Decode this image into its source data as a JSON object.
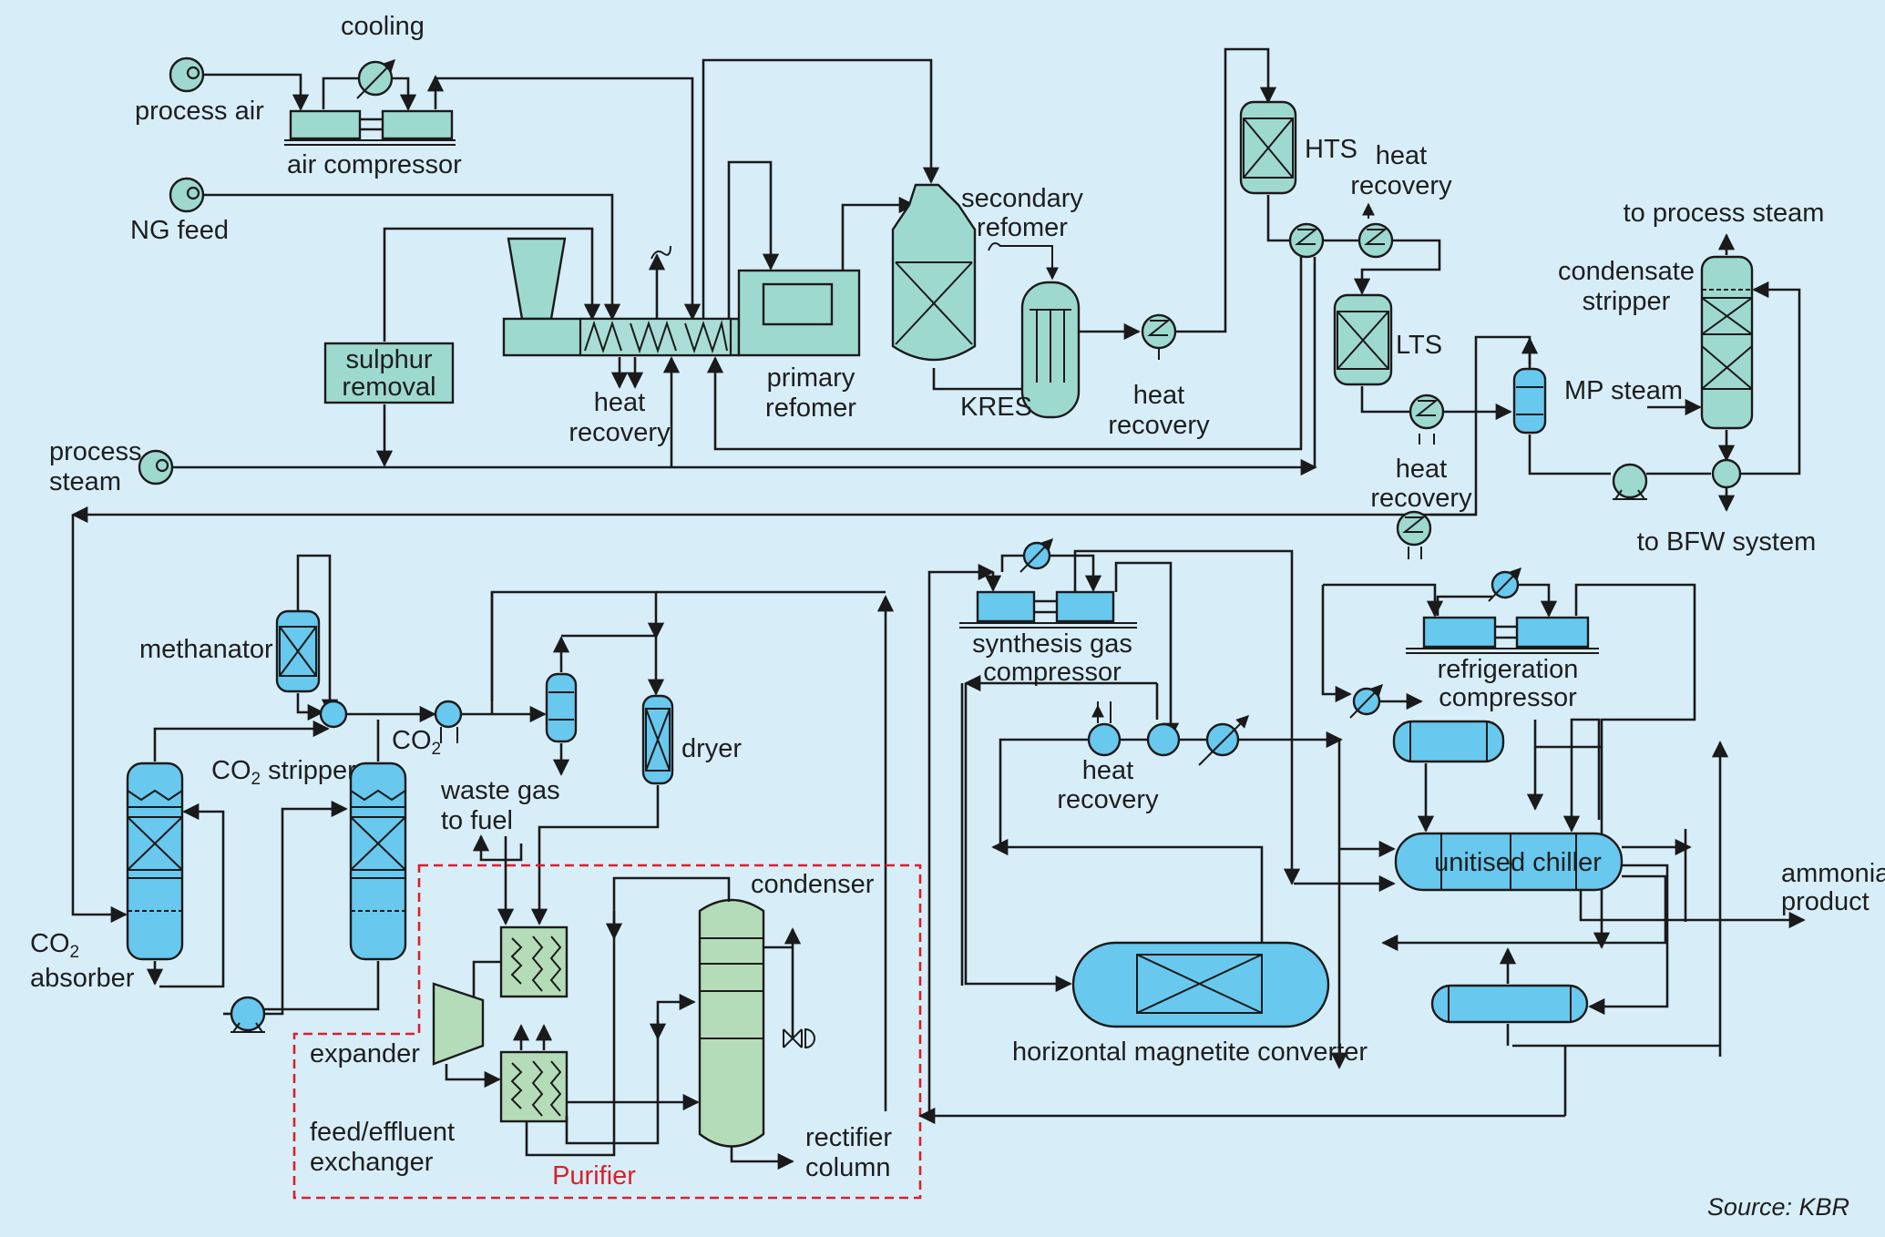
{
  "labels": {
    "cooling": "cooling",
    "process_air": "process air",
    "air_compressor": "air compressor",
    "ng_feed": "NG feed",
    "sulphur_removal_1": "sulphur",
    "sulphur_removal_2": "removal",
    "process_steam_1": "process",
    "process_steam_2": "steam",
    "heat_recovery_1a": "heat",
    "heat_recovery_1b": "recovery",
    "primary_reformer_1": "primary",
    "primary_reformer_2": "refomer",
    "secondary_reformer_1": "secondary",
    "secondary_reformer_2": "refomer",
    "kres": "KRES",
    "heat_recovery_2a": "heat",
    "heat_recovery_2b": "recovery",
    "hts": "HTS",
    "heat_recovery_3a": "heat",
    "heat_recovery_3b": "recovery",
    "lts": "LTS",
    "to_process_steam": "to process steam",
    "condensate_stripper_1": "condensate",
    "condensate_stripper_2": "stripper",
    "mp_steam": "MP steam",
    "heat_recovery_4a": "heat",
    "heat_recovery_4b": "recovery",
    "to_bfw_system": "to BFW system",
    "methanator": "methanator",
    "co2_main": "CO",
    "co2_sub": "2",
    "co2_stripper_main": "CO",
    "co2_stripper_sub": "2",
    "co2_stripper_rest": " stripper",
    "co2_absorber_main": "CO",
    "co2_absorber_sub": "2",
    "co2_absorber_rest": "absorber",
    "waste_gas_1": "waste gas",
    "waste_gas_2": "to fuel",
    "dryer": "dryer",
    "synthesis_gas_1": "synthesis gas",
    "synthesis_gas_2": "compressor",
    "heat_recovery_5a": "heat",
    "heat_recovery_5b": "recovery",
    "refrigeration_1": "refrigeration",
    "refrigeration_2": "compressor",
    "unitised_chiller": "unitised chiller",
    "ammonia_product_1": "ammonia",
    "ammonia_product_2": "product",
    "horizontal_converter": "horizontal magnetite converter",
    "condenser": "condenser",
    "expander": "expander",
    "feed_effluent_1": "feed/effluent",
    "feed_effluent_2": "exchanger",
    "purifier": "Purifier",
    "rectifier_1": "rectifier",
    "rectifier_2": "column",
    "source": "Source: KBR"
  },
  "colors": {
    "background": "#d7eef9",
    "teal_equipment": "#9ed9d0",
    "blue_equipment": "#68c8ee",
    "green_equipment": "#b5dcb8",
    "purifier_boundary": "#d9202a"
  }
}
